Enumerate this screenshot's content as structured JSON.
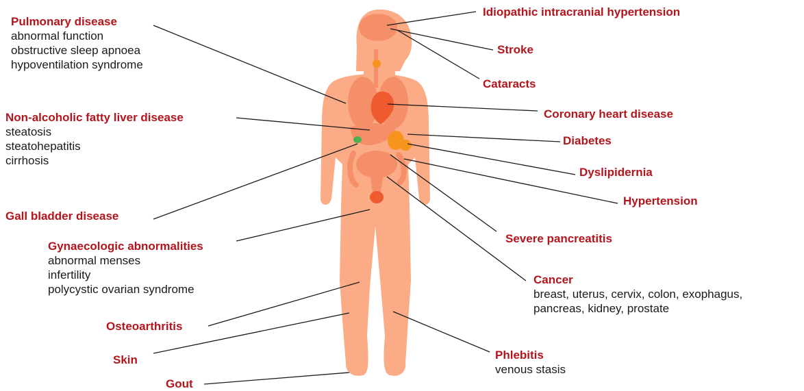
{
  "colors": {
    "label_red": "#b3151d",
    "body_skin": "#fbab85",
    "organ_light": "#f58f69",
    "organ_dark": "#ef5a2e",
    "organ_orange": "#f7941d",
    "leader_line": "#1a1a1a"
  },
  "figure_icon": "human-body-silhouette",
  "labels": {
    "pulmonary": {
      "title": "Pulmonary disease",
      "details": [
        "abnormal function",
        "obstructive sleep apnoea",
        "hypoventilation syndrome"
      ]
    },
    "nafld": {
      "title": "Non-alcoholic fatty liver disease",
      "details": [
        "steatosis",
        "steatohepatitis",
        "cirrhosis"
      ]
    },
    "gall_bladder": {
      "title": "Gall bladder disease",
      "details": []
    },
    "gynaecologic": {
      "title": "Gynaecologic abnormalities",
      "details": [
        "abnormal menses",
        "infertility",
        "polycystic ovarian syndrome"
      ]
    },
    "osteoarthritis": {
      "title": "Osteoarthritis",
      "details": []
    },
    "skin": {
      "title": "Skin",
      "details": []
    },
    "gout": {
      "title": "Gout",
      "details": []
    },
    "iih": {
      "title": "Idiopathic intracranial hypertension",
      "details": []
    },
    "stroke": {
      "title": "Stroke",
      "details": []
    },
    "cataracts": {
      "title": "Cataracts",
      "details": []
    },
    "coronary": {
      "title": "Coronary heart disease",
      "details": []
    },
    "diabetes": {
      "title": "Diabetes",
      "details": []
    },
    "dyslipidemia": {
      "title": "Dyslipidernia",
      "details": []
    },
    "hypertension": {
      "title": "Hypertension",
      "details": []
    },
    "pancreatitis": {
      "title": "Severe pancreatitis",
      "details": []
    },
    "cancer": {
      "title": "Cancer",
      "details": [
        "breast, uterus, cervix, colon, exophagus,",
        "pancreas, kidney, prostate"
      ]
    },
    "phlebitis": {
      "title": "Phlebitis",
      "details": [
        "venous stasis"
      ]
    }
  }
}
